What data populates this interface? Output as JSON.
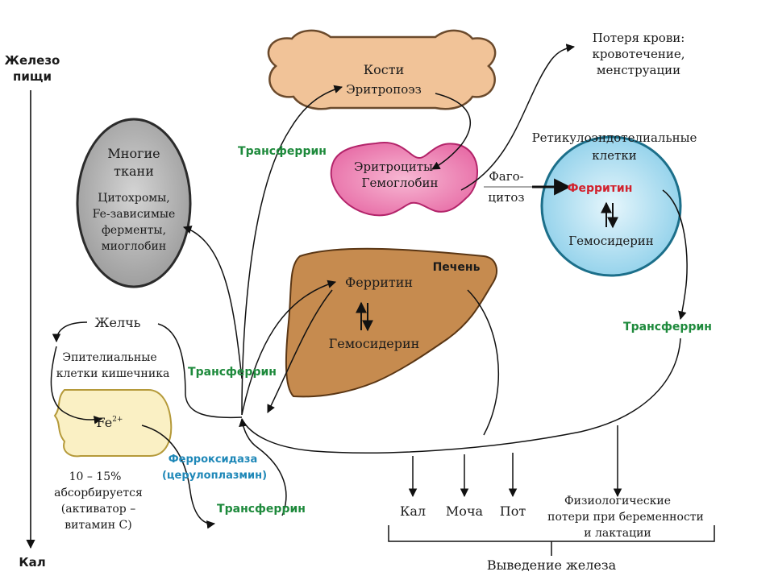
{
  "labels": {
    "food_iron_1": "Железо",
    "food_iron_2": "пищи",
    "feces_left": "Кал",
    "bones_title": "Кости",
    "bones_sub": "Эритропоэз",
    "blood_loss_1": "Потеря крови:",
    "blood_loss_2": "кровотечение,",
    "blood_loss_3": "менструации",
    "tissues_1": "Многие",
    "tissues_2": "ткани",
    "tissues_3": "Цитохромы,",
    "tissues_4": "Fe-зависимые",
    "tissues_5": "ферменты,",
    "tissues_6": "миоглобин",
    "transferrin_top": "Трансферрин",
    "erythro_1": "Эритроциты",
    "erythro_2": "Гемоглобин",
    "phago_1": "Фаго-",
    "phago_2": "цитоз",
    "retic_1": "Ретикулоэндотелиальные",
    "retic_2": "клетки",
    "retic_ferritin": "Ферритин",
    "retic_hemosiderin": "Гемосидерин",
    "liver_title": "Печень",
    "liver_ferritin": "Ферритин",
    "liver_hemosiderin": "Гемосидерин",
    "bile": "Желчь",
    "epith_1": "Эпителиальные",
    "epith_2": "клетки кишечника",
    "transferrin_mid": "Трансферрин",
    "transferrin_right": "Трансферрин",
    "fe_cell": "Fe",
    "fe_sup": "2+",
    "ferroxidase_1": "Ферроксидаза",
    "ferroxidase_2": "(церулоплазмин)",
    "absorb_1": "10 – 15%",
    "absorb_2": "абсорбируется",
    "absorb_3": "(активатор –",
    "absorb_4": "витамин С)",
    "transferrin_bottom": "Трансферрин",
    "out_feces": "Кал",
    "out_urine": "Моча",
    "out_sweat": "Пот",
    "physio_1": "Физиологические",
    "physio_2": "потери при беременности",
    "physio_3": "и лактации",
    "excretion": "Выведение железа"
  },
  "colors": {
    "bone_fill": "#f1c398",
    "bone_stroke": "#6b4a2c",
    "tissue_fill": "#b3b3b3",
    "tissue_stroke": "#2b2b2b",
    "rbc_fill": "#ef86b6",
    "rbc_stroke": "#b3246a",
    "retic_fill": "#a8dbee",
    "retic_stroke": "#1c6f8a",
    "liver_fill": "#c68b4f",
    "liver_stroke": "#5a3614",
    "epith_fill": "#faf0c4",
    "epith_stroke": "#b59a3a",
    "transferrin_green": "#1e8a3c",
    "ferritin_red": "#d2222d",
    "ferroxidase_blue": "#1f88b8"
  }
}
